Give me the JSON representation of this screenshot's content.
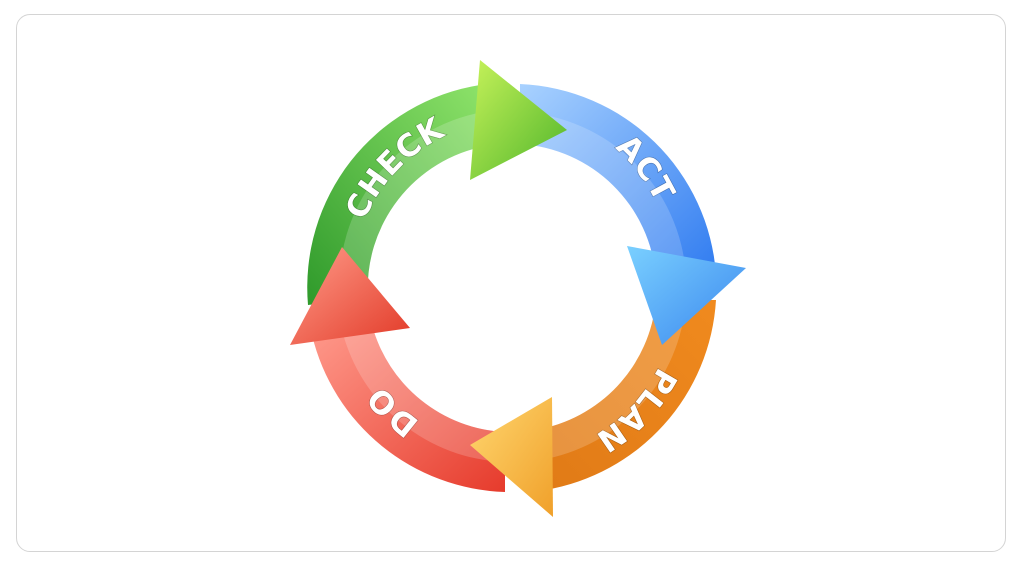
{
  "diagram": {
    "segments": [
      {
        "id": "check",
        "label": "CHECK"
      },
      {
        "id": "act",
        "label": "ACT"
      },
      {
        "id": "plan",
        "label": "PLAN"
      },
      {
        "id": "do",
        "label": "DO"
      }
    ]
  },
  "colors": {
    "check": {
      "light": "#7ed957",
      "dark": "#2f9a2b",
      "head_light": "#c7f25a",
      "head_dark": "#5fbf2a"
    },
    "act": {
      "light": "#8cc2ff",
      "dark": "#2f7bf0",
      "head_light": "#7ad0ff",
      "head_dark": "#3f8ff0"
    },
    "plan": {
      "light": "#f7b24c",
      "dark": "#e07a16",
      "head_light": "#ffd770",
      "head_dark": "#f0a62a"
    },
    "do": {
      "light": "#ff9a8c",
      "dark": "#e63b2c",
      "head_light": "#ff8e7a",
      "head_dark": "#e8412e"
    },
    "border": "#d4d4d4"
  }
}
